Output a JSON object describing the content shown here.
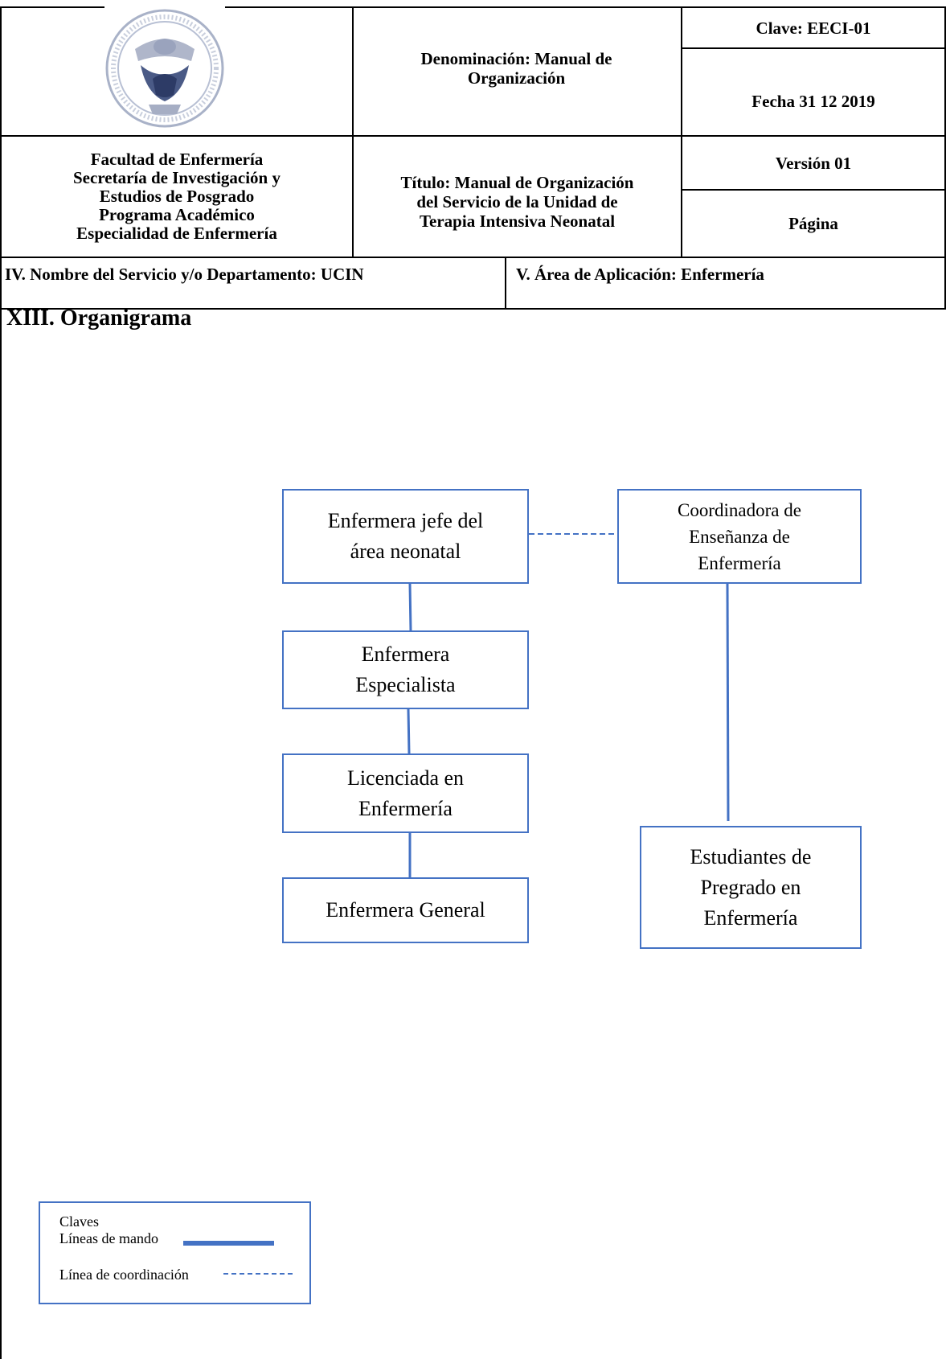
{
  "header": {
    "denominacion": "Denominación: Manual de Organización",
    "clave": "Clave: EECI-01",
    "fecha": "Fecha 31 12 2019",
    "facultad": "Facultad de Enfermería\nSecretaría de Investigación y\nEstudios de Posgrado\nPrograma Académico\nEspecialidad de Enfermería",
    "titulo": "Título: Manual de Organización\ndel Servicio de la Unidad de\nTerapia Intensiva Neonatal",
    "version": "Versión 01",
    "pagina": "Página",
    "servicio": "IV. Nombre del Servicio y/o Departamento: UCIN",
    "area": "V. Área de Aplicación: Enfermería"
  },
  "section_title": "XIII. Organigrama",
  "org": {
    "jefe": "Enfermera jefe del\nárea neonatal",
    "coordinadora": "Coordinadora de\nEnseñanza de\nEnfermería",
    "especialista": "Enfermera\nEspecialista",
    "licenciada": "Licenciada en\nEnfermería",
    "general": "Enfermera General",
    "estudiantes": "Estudiantes de\nPregrado en\nEnfermería"
  },
  "legend": {
    "title": "Claves",
    "mando": "Líneas de mando",
    "coordinacion": "Línea de coordinación"
  },
  "colors": {
    "box_border": "#4472c4",
    "line": "#4472c4"
  }
}
